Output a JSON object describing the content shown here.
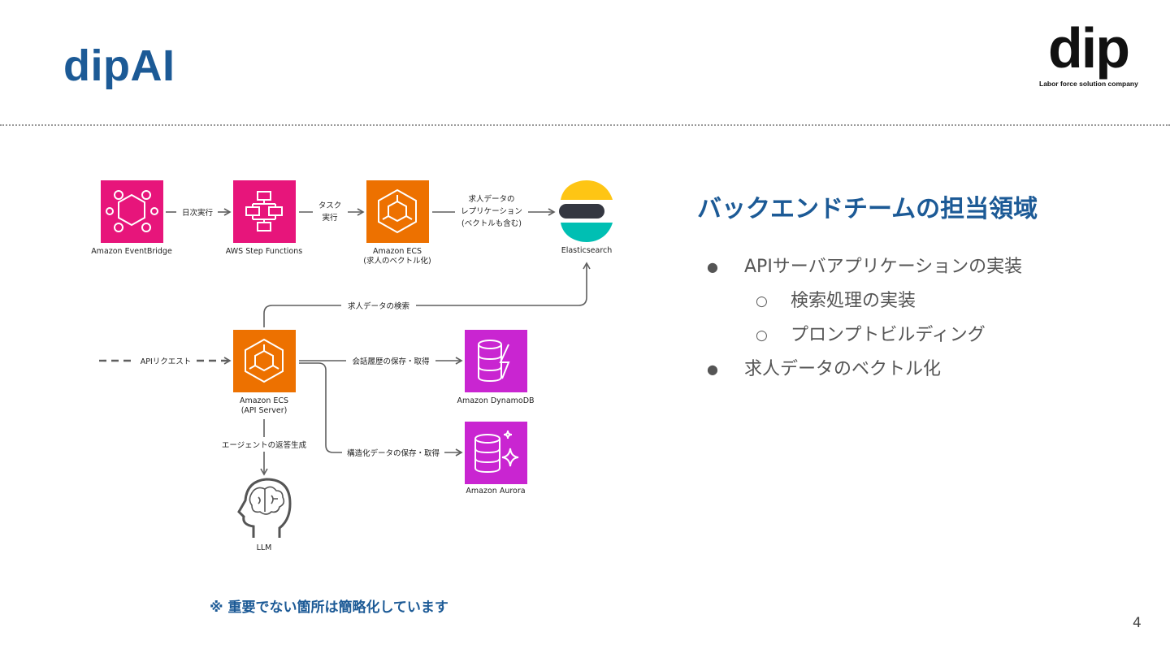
{
  "slide": {
    "title": "dipAI",
    "page_number": "4",
    "note": "※ 重要でない箇所は簡略化しています"
  },
  "logo": {
    "word": "dip",
    "tagline": "Labor force solution company"
  },
  "diagram": {
    "nodes": {
      "eventbridge": "Amazon EventBridge",
      "stepfunctions": "AWS Step Functions",
      "ecs_batch": [
        "Amazon ECS",
        "(求人のベクトル化)"
      ],
      "elasticsearch": "Elasticsearch",
      "ecs_api": [
        "Amazon ECS",
        "(API Server)"
      ],
      "dynamodb": "Amazon DynamoDB",
      "aurora": "Amazon Aurora",
      "llm": "LLM"
    },
    "edges": {
      "daily": "日次実行",
      "task": [
        "タスク",
        "実行"
      ],
      "replication": [
        "求人データの",
        "レプリケーション",
        "(ベクトルも含む)"
      ],
      "search": "求人データの検索",
      "api_request": "APIリクエスト",
      "history": "会話履歴の保存・取得",
      "structured": "構造化データの保存・取得",
      "agent": "エージェントの返答生成"
    },
    "colors": {
      "pink": "#e7157b",
      "orange": "#ed7100",
      "purple": "#c925d1",
      "es_yellow": "#fec514",
      "es_dark": "#343741",
      "es_teal": "#00bfb3",
      "arrow": "#5f5f5f"
    }
  },
  "panel": {
    "heading": "バックエンドチームの担当領域",
    "items": [
      {
        "marker": "●",
        "text": "APIサーバアプリケーションの実装"
      },
      {
        "marker": "○",
        "text": "検索処理の実装"
      },
      {
        "marker": "○",
        "text": "プロンプトビルディング"
      },
      {
        "marker": "●",
        "text": "求人データのベクトル化"
      }
    ]
  }
}
